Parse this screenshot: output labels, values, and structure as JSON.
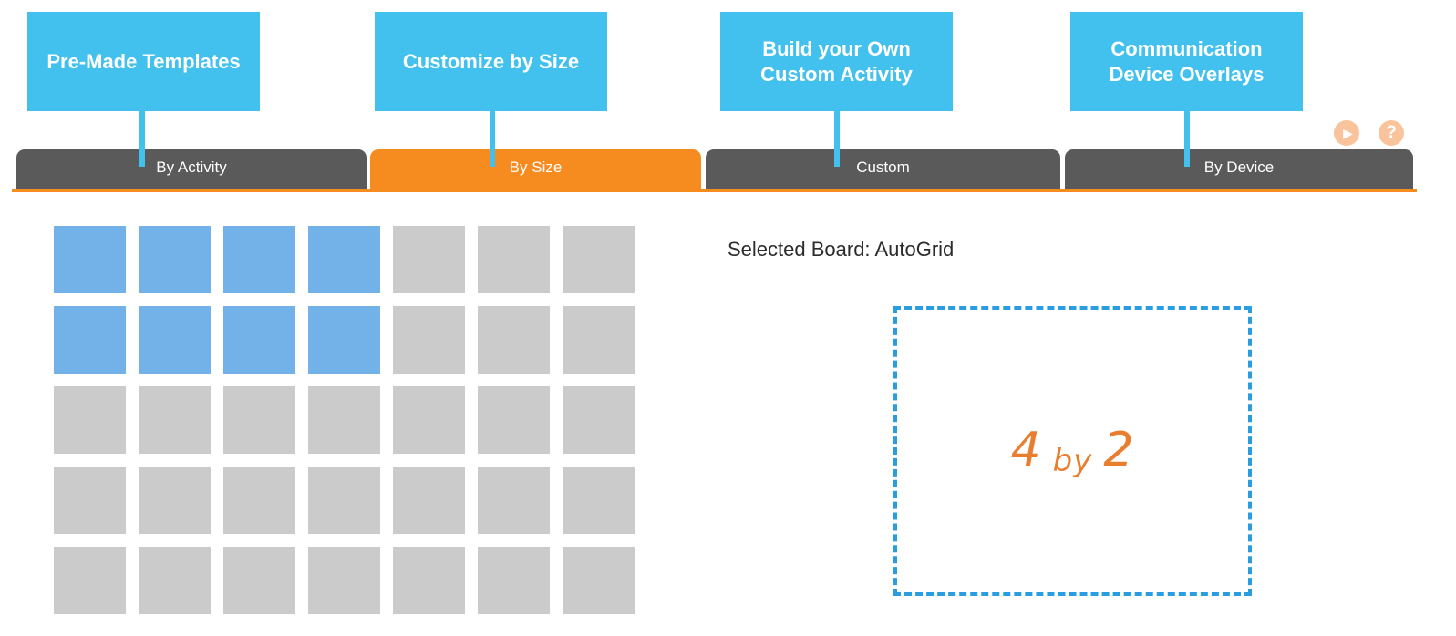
{
  "callouts": [
    {
      "text": "Pre-Made Templates"
    },
    {
      "text": "Customize by Size"
    },
    {
      "text": "Build your Own Custom Activity"
    },
    {
      "text": "Communication Device Overlays"
    }
  ],
  "tabs": [
    {
      "label": "By Activity",
      "active": false
    },
    {
      "label": "By Size",
      "active": true
    },
    {
      "label": "Custom",
      "active": false
    },
    {
      "label": "By Device",
      "active": false
    }
  ],
  "toolbar": {
    "play_icon": "play-icon",
    "help_icon": "help-icon",
    "help_glyph": "?",
    "play_glyph": "▶"
  },
  "grid": {
    "columns": 7,
    "rows": 5,
    "selected_columns": 4,
    "selected_rows": 2
  },
  "selected_board": {
    "label": "Selected Board: AutoGrid"
  },
  "preview": {
    "num1": "4",
    "by": "by",
    "num2": "2"
  },
  "colors": {
    "callout": "#42c0ee",
    "tab": "#5a5a5a",
    "tab_active": "#f68b1f",
    "cell": "#cbcbcb",
    "cell_selected": "#72b2e8",
    "preview_border": "#2a9de0",
    "preview_text": "#e97e2e"
  }
}
